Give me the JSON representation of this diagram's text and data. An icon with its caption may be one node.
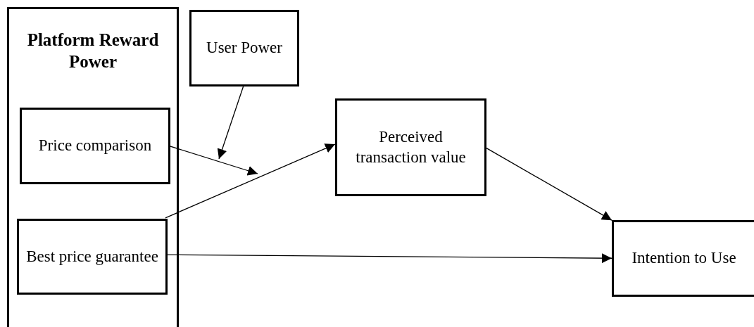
{
  "diagram": {
    "nodes": [
      {
        "text": [
          "Platform Reward Power"
        ]
      },
      {
        "text": [
          "Price comparison"
        ],
        "in": 0
      },
      {
        "text": [
          "Best price guarantee"
        ],
        "in": 0
      },
      {
        "text": [
          "User Power"
        ]
      },
      {
        "text": [
          "Perceived transaction value"
        ]
      },
      {
        "text": [
          "Intention to Use"
        ]
      }
    ],
    "edges": [
      {
        "from": 1,
        "to": null,
        "arrow": "to"
      },
      {
        "from": 3,
        "to": null,
        "arrow": "to"
      },
      {
        "from": 2,
        "to": 4,
        "arrow": "to"
      },
      {
        "from": 4,
        "to": 5,
        "arrow": "to"
      },
      {
        "from": 2,
        "to": 5,
        "arrow": "to"
      }
    ]
  }
}
